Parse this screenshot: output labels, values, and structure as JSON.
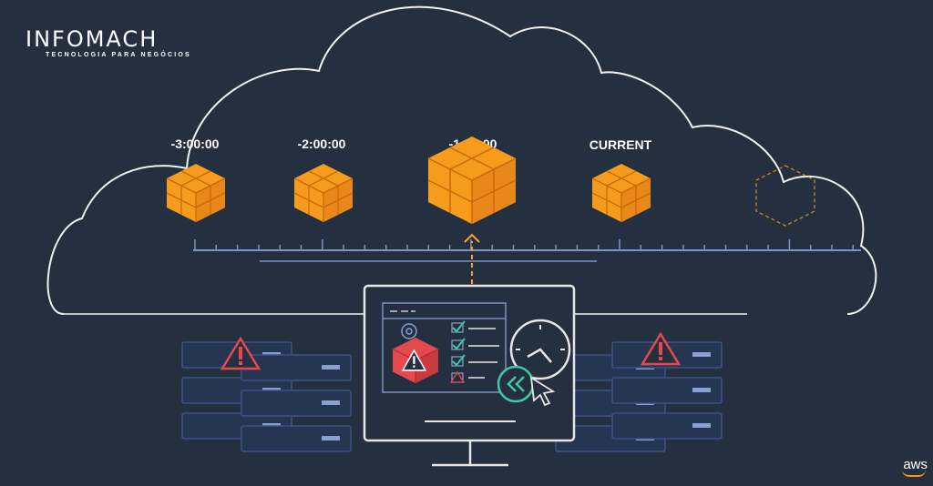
{
  "brand": {
    "name": "INFOMACH",
    "tagline": "TECNOLOGIA PARA NEGÓCIOS",
    "aws": "aws"
  },
  "timeline": {
    "labels": [
      "-3:00:00",
      "-2:00:00",
      "-1:00:00",
      "CURRENT"
    ]
  },
  "colors": {
    "background": "#243040",
    "cube": "#f79b1c",
    "cube_dark": "#e07f10",
    "danger": "#e5484d",
    "accent_teal": "#3fc9a6",
    "line": "#7f93c4",
    "server_stroke": "#3d5286"
  }
}
